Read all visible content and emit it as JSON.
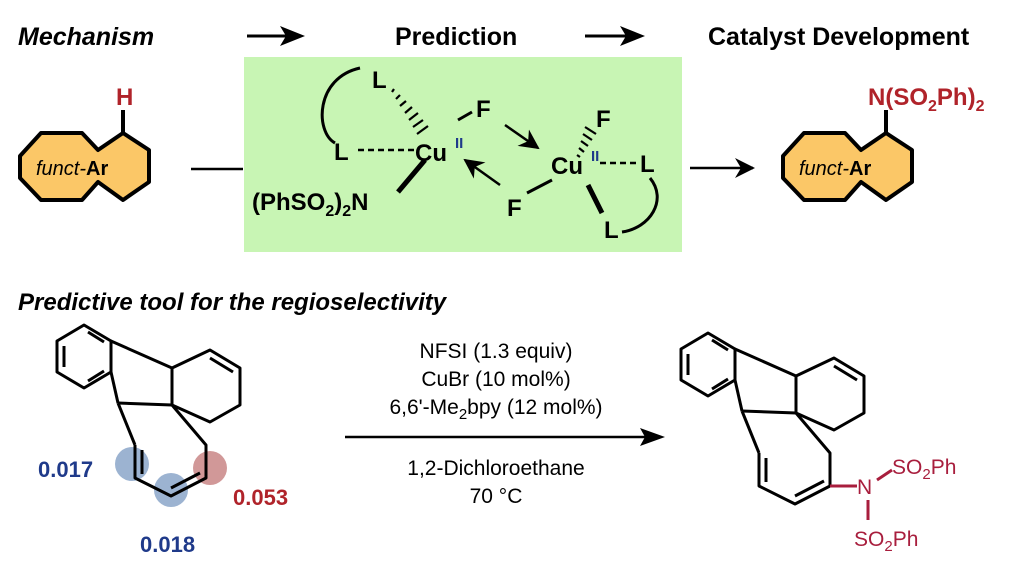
{
  "header": {
    "mechanism": "Mechanism",
    "prediction": "Prediction",
    "catalyst_development": "Catalyst Development"
  },
  "substrate": {
    "h_label": "H",
    "funct": "funct-",
    "ar": "Ar"
  },
  "complex1": {
    "l_top": "L",
    "l_left": "L",
    "cu": "Cu",
    "ox": "II",
    "f": "F",
    "n_ligand_a": "(PhSO",
    "n_ligand_sub": "2",
    "n_ligand_b": ")",
    "n_ligand_sub2": "2",
    "n_ligand_c": "N"
  },
  "complex2": {
    "f_top": "F",
    "cu": "Cu",
    "ox": "II",
    "l_right": "L",
    "l_bottom": "L",
    "f_bottom": "F"
  },
  "product": {
    "n_label_a": "N(SO",
    "n_label_sub": "2",
    "n_label_b": "Ph)",
    "n_label_sub2": "2",
    "funct": "funct-",
    "ar": "Ar"
  },
  "bottom_section": {
    "title": "Predictive tool for the regioselectivity",
    "values": {
      "c1": "0.017",
      "c2": "0.018",
      "c3": "0.053"
    },
    "conditions": {
      "line1": "NFSI (1.3 equiv)",
      "line2": "CuBr (10 mol%)",
      "line3_a": "6,6'-Me",
      "line3_sub": "2",
      "line3_b": "bpy (12 mol%)",
      "line4": "1,2-Dichloroethane",
      "line5": "70 °C"
    },
    "product_labels": {
      "n": "N",
      "so2ph_top_a": "SO",
      "so2ph_top_sub": "2",
      "so2ph_top_b": "Ph",
      "so2ph_bot_a": "SO",
      "so2ph_bot_sub": "2",
      "so2ph_bot_b": "Ph"
    }
  },
  "colors": {
    "green_box": "#c8f5b4",
    "orange_fill": "#fbc767",
    "red": "#b0232a",
    "blue": "#1f3a8a",
    "magenta": "#a81e3d",
    "blue_circle": "#8ba6c9",
    "red_circle": "#c98686"
  }
}
